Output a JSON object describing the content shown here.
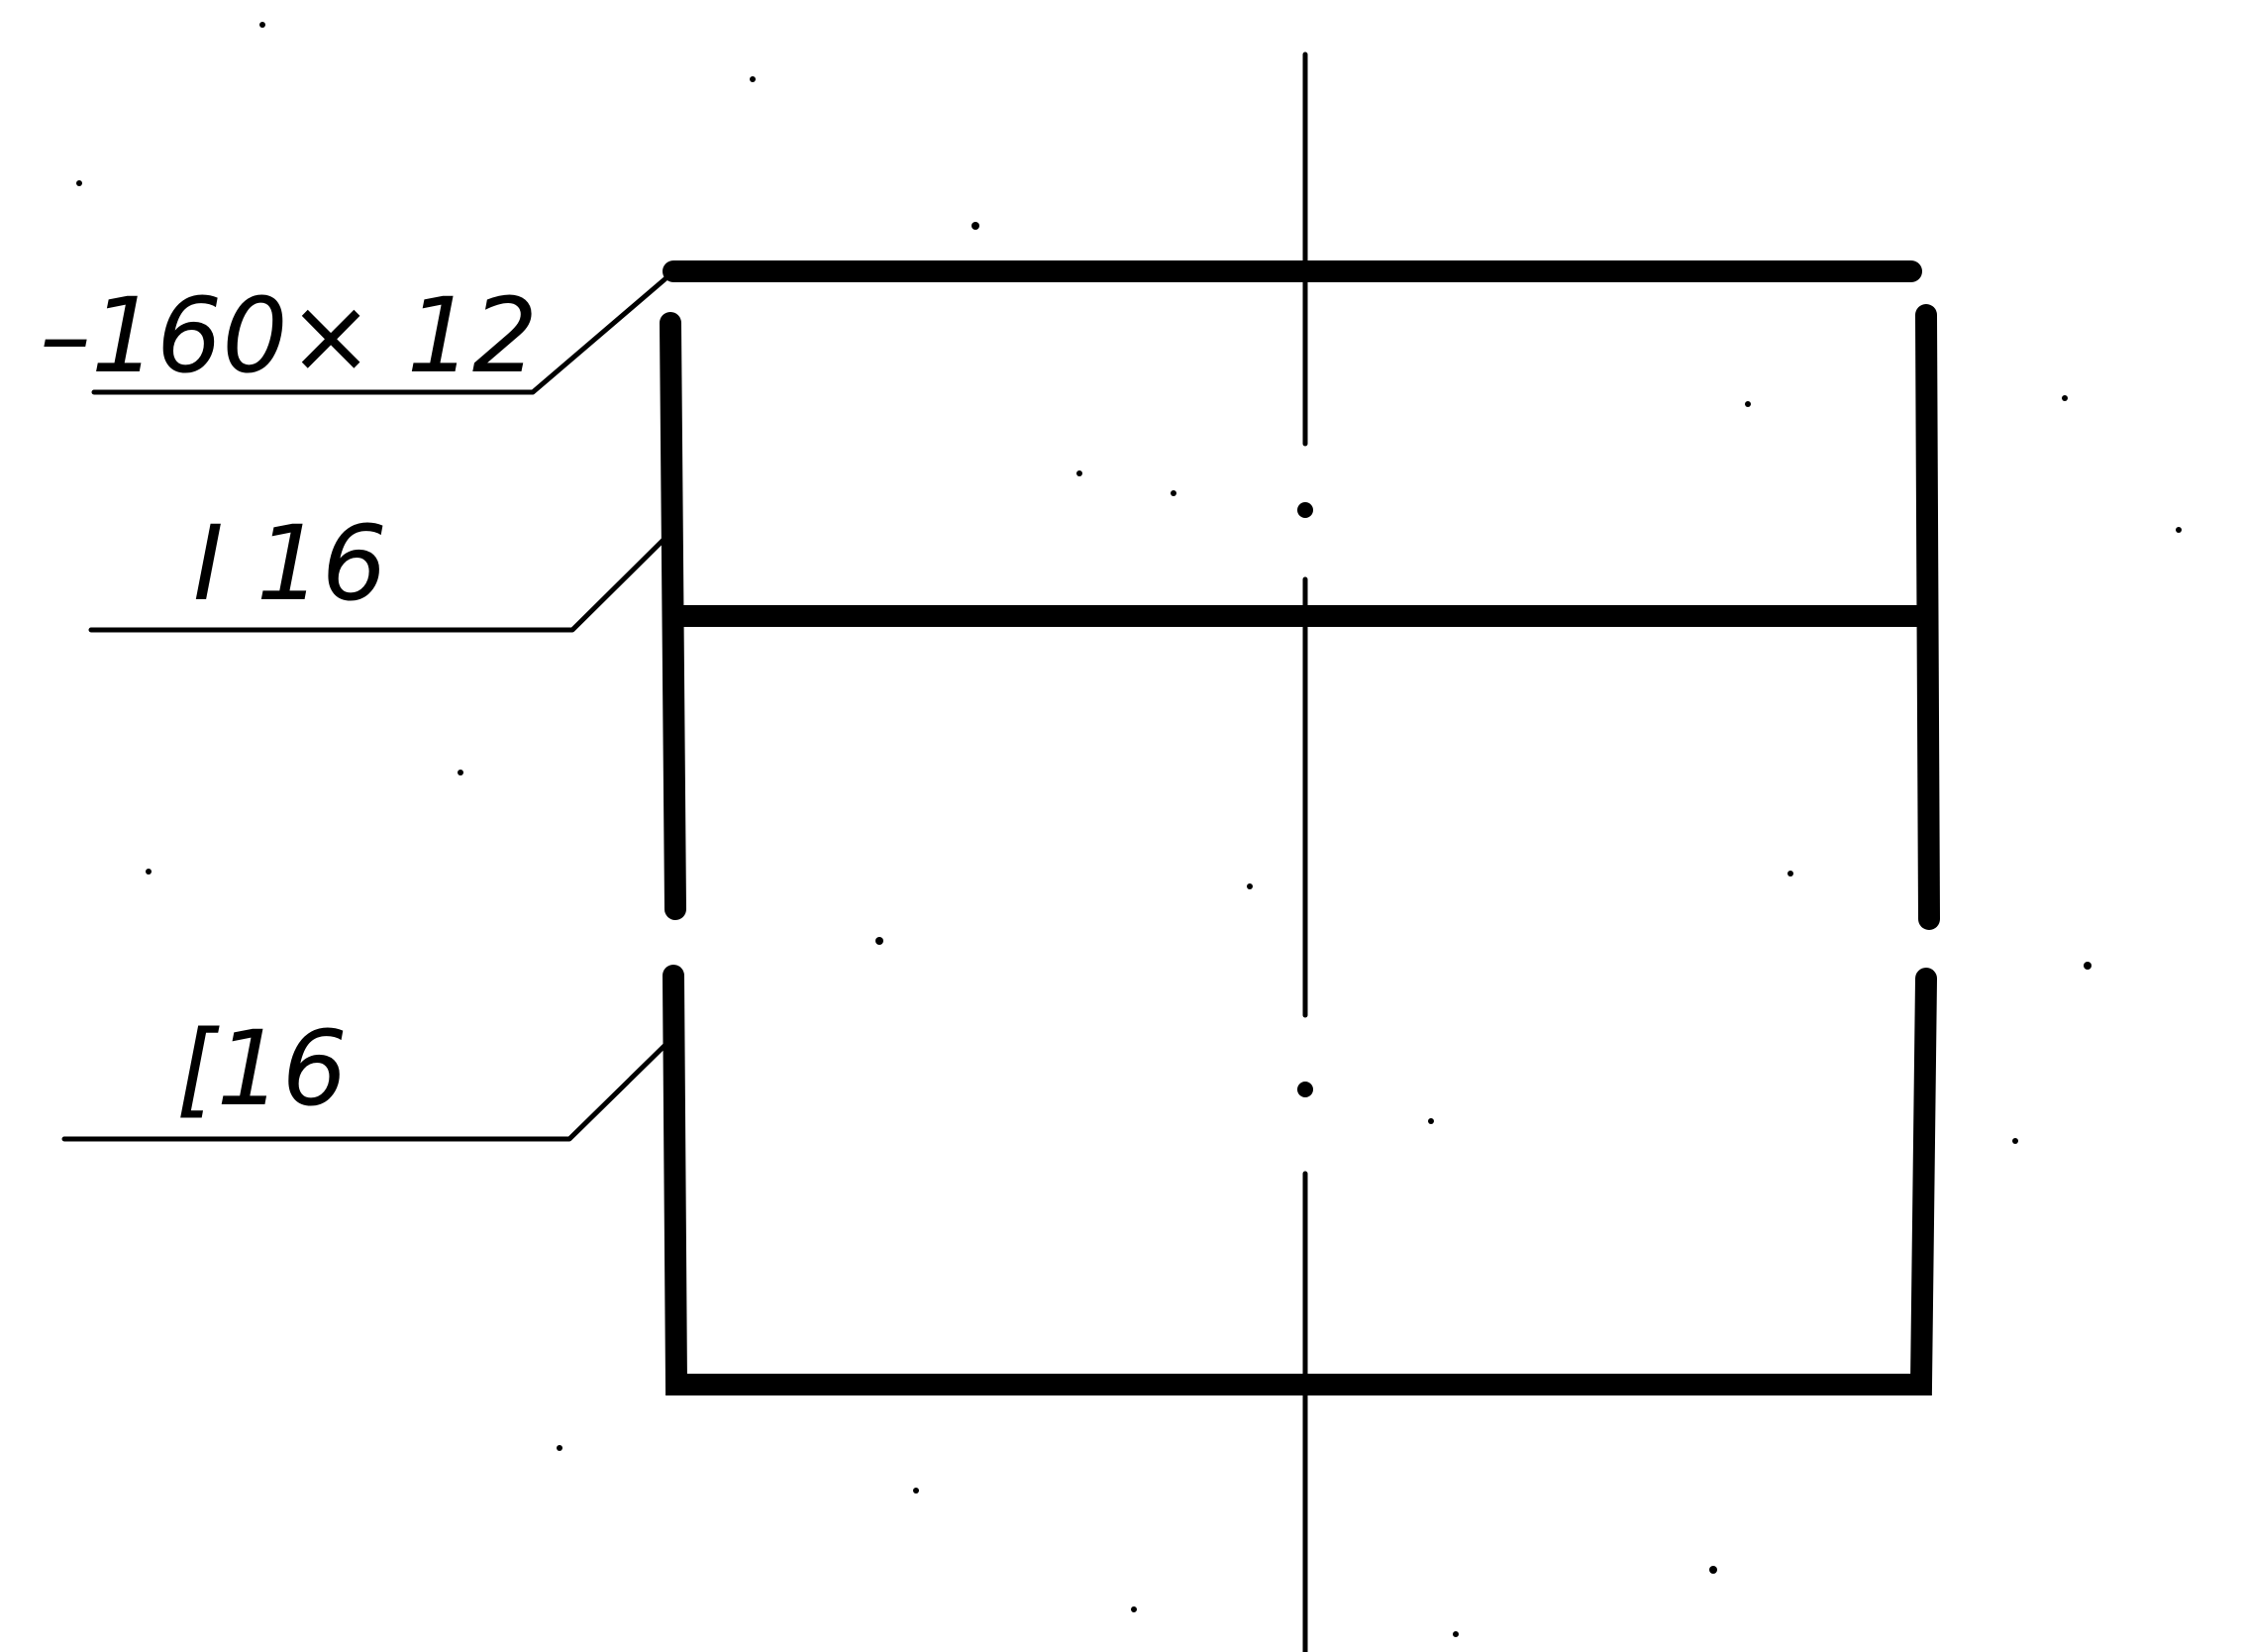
{
  "labels": {
    "plate": "–160× 12",
    "ibeam": "I 16",
    "channel": "[16"
  },
  "colors": {
    "ink": "#000000",
    "paper": "#ffffff"
  }
}
